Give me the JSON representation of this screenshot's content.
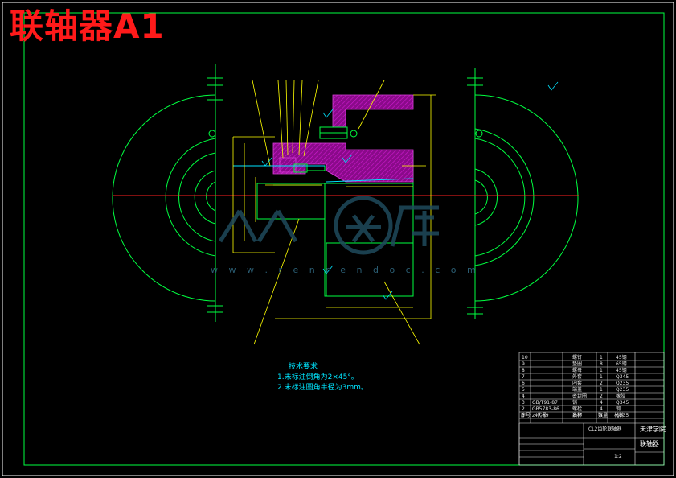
{
  "drawing": {
    "title": "联轴器A1",
    "tech_requirements": {
      "heading": "技术要求",
      "items": [
        "1.未标注倒角为2×45°。",
        "2.未标注圆角半径为3mm。"
      ]
    },
    "watermark": "w w w . r e n r e n d o c . c o m",
    "title_block": {
      "school": "天津学院",
      "part_name": "联轴器",
      "drawing_no": "CL2齿轮联轴器",
      "scale": "1:2"
    },
    "parts_list": {
      "rows": [
        {
          "no": "10",
          "std": "",
          "name": "螺钉",
          "qty": "1",
          "mat": "45钢"
        },
        {
          "no": "9",
          "std": "",
          "name": "垫圈",
          "qty": "8",
          "mat": "65钢"
        },
        {
          "no": "8",
          "std": "",
          "name": "螺母",
          "qty": "1",
          "mat": "45钢"
        },
        {
          "no": "7",
          "std": "",
          "name": "外套",
          "qty": "1",
          "mat": "Q345"
        },
        {
          "no": "6",
          "std": "",
          "name": "内套",
          "qty": "2",
          "mat": "Q235"
        },
        {
          "no": "5",
          "std": "",
          "name": "端盖",
          "qty": "1",
          "mat": "Q235"
        },
        {
          "no": "4",
          "std": "",
          "name": "密封圈",
          "qty": "2",
          "mat": "橡胶"
        },
        {
          "no": "3",
          "std": "GB/T91-87",
          "name": "销",
          "qty": "4",
          "mat": "Q345"
        },
        {
          "no": "2",
          "std": "GB5783-86",
          "name": "螺栓",
          "qty": "4",
          "mat": "钢"
        },
        {
          "no": "1",
          "std": "z47-89",
          "name": "油杯",
          "qty": "4",
          "mat": "Q235"
        }
      ],
      "header": [
        "序号",
        "代号",
        "名称",
        "数量",
        "材料"
      ]
    }
  }
}
